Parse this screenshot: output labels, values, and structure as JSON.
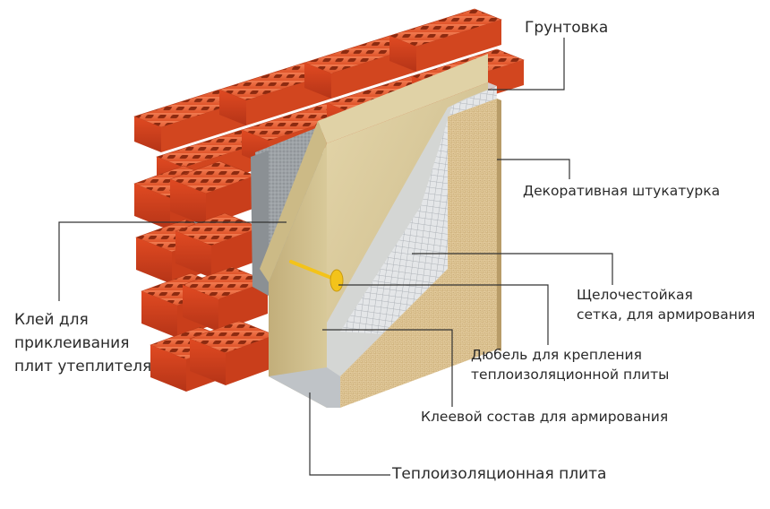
{
  "labels": {
    "primer": "Грунтовка",
    "decorative_plaster": "Декоративная  штукатурка",
    "mesh_line1": "Щелочестойкая",
    "mesh_line2": "сетка, для армирования",
    "dowel_line1": "Дюбель для крепления",
    "dowel_line2": "теплоизоляционной плиты",
    "reinforcing_adhesive": "Клеевой состав для армирования",
    "insulation_board": "Теплоизоляционная плита",
    "glue_line1": "Клей для",
    "glue_line2": "приклеивания",
    "glue_line3": "плит утеплителя"
  },
  "colors": {
    "brick": "#e2542a",
    "brick_dark": "#b83a1a",
    "mortar": "#d8d8d4",
    "insulation": "#d7c79a",
    "insulation_dark": "#bba876",
    "plaster": "#d9bf8e",
    "adhesive": "#cfd2d6",
    "dowel": "#f3c31a",
    "leader_line": "#333333"
  }
}
